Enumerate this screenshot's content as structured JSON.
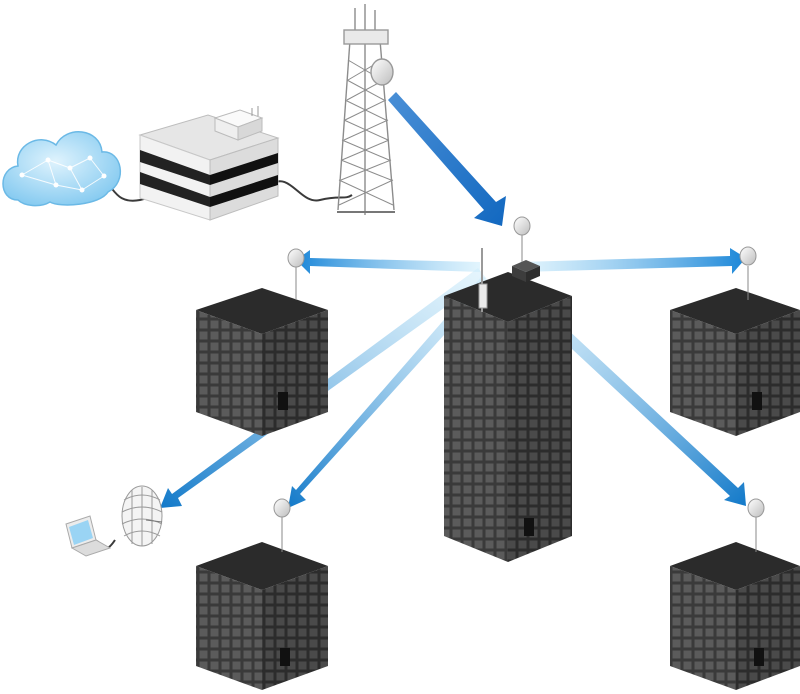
{
  "diagram": {
    "type": "wireless-network-topology",
    "components": {
      "cloud": {
        "icon": "cloud-network-icon"
      },
      "datacenter": {
        "icon": "server-building-icon"
      },
      "tower": {
        "icon": "cell-tower-icon"
      },
      "hub": {
        "icon": "central-skyscraper-icon"
      },
      "clients": [
        {
          "id": "upper-left",
          "icon": "office-building-icon"
        },
        {
          "id": "upper-right",
          "icon": "office-building-icon"
        },
        {
          "id": "lower-left",
          "icon": "office-building-icon"
        },
        {
          "id": "lower-right",
          "icon": "office-building-icon"
        },
        {
          "id": "laptop",
          "icon": "laptop-icon"
        }
      ]
    },
    "colors": {
      "link_strong": "#1279c9",
      "link_light": "#8fd0f2",
      "building": "#4a4a4a",
      "building_top": "#2e2e2e",
      "cloud": "#9fd6f5"
    }
  }
}
